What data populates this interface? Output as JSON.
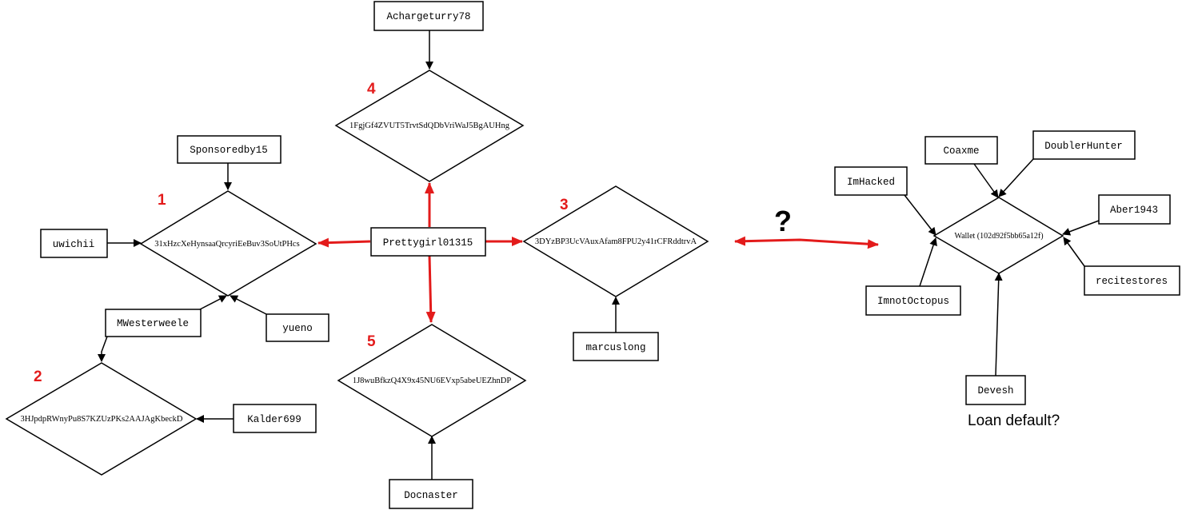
{
  "hub": {
    "label": "Prettygirl01315"
  },
  "nodes": {
    "n1": {
      "number": "1",
      "address": "31xHzcXeHynsaaQrcyriEeBuv3SoUtPHcs"
    },
    "n2": {
      "number": "2",
      "address": "3HJpdpRWnyPu8S7KZUzPKs2AAJAgKbeckD"
    },
    "n3": {
      "number": "3",
      "address": "3DYzBP3UcVAuxAfam8FPU2y41rCFRddtrvA"
    },
    "n4": {
      "number": "4",
      "address": "1FgjGf4ZVUT5TrvtSdQDbVriWaJ5BgAUHng"
    },
    "n5": {
      "number": "5",
      "address": "1J8wuBfkzQ4X9x45NU6EVxp5abeUEZhnDP"
    }
  },
  "users": {
    "sponsoredby15": "Sponsoredby15",
    "uwichii": "uwichii",
    "yueno": "yueno",
    "mwesterweele": "MWesterweele",
    "kalder699": "Kalder699",
    "achargeturry78": "Achargeturry78",
    "marcuslong": "marcuslong",
    "docnaster": "Docnaster",
    "imhacked": "ImHacked",
    "coaxme": "Coaxme",
    "doublerhunter": "DoublerHunter",
    "aber1943": "Aber1943",
    "recitestores": "recitestores",
    "imnotoctopus": "ImnotOctopus",
    "devesh": "Devesh"
  },
  "wallet": {
    "label": "Wallet (102d92f5bb65a12f)"
  },
  "question_mark": "?",
  "note": "Loan default?",
  "colors": {
    "red": "#e31b1b",
    "line": "#000000",
    "background": "#ffffff"
  }
}
